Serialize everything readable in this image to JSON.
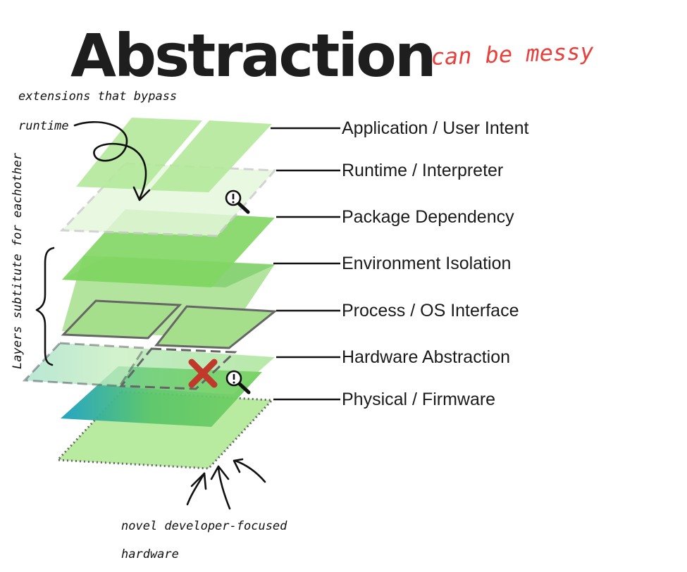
{
  "title": "Abstraction",
  "subtitle": "can be messy",
  "layers": [
    {
      "label": "Application / User Intent"
    },
    {
      "label": "Runtime / Interpreter"
    },
    {
      "label": "Package Dependency"
    },
    {
      "label": "Environment Isolation"
    },
    {
      "label": "Process / OS Interface"
    },
    {
      "label": "Hardware Abstraction"
    },
    {
      "label": "Physical / Firmware"
    }
  ],
  "annotations": {
    "bypass_line1": "extensions that bypass",
    "bypass_line2": "runtime",
    "substitute": "Layers subtitute for eachother",
    "hardware_line1": "novel developer-focused",
    "hardware_line2": "hardware"
  },
  "colors": {
    "title": "#1e1e1e",
    "subtitle": "#e8403c",
    "green_light": "#b4e89a",
    "green_mid": "#7fd662",
    "green_dark": "#5cbf4a",
    "teal": "#1aa0c0",
    "cross": "#c0392b"
  },
  "icons": [
    "alert-magnifier-icon",
    "cross-mark-icon",
    "curly-brace-icon",
    "curved-arrow-icon"
  ]
}
